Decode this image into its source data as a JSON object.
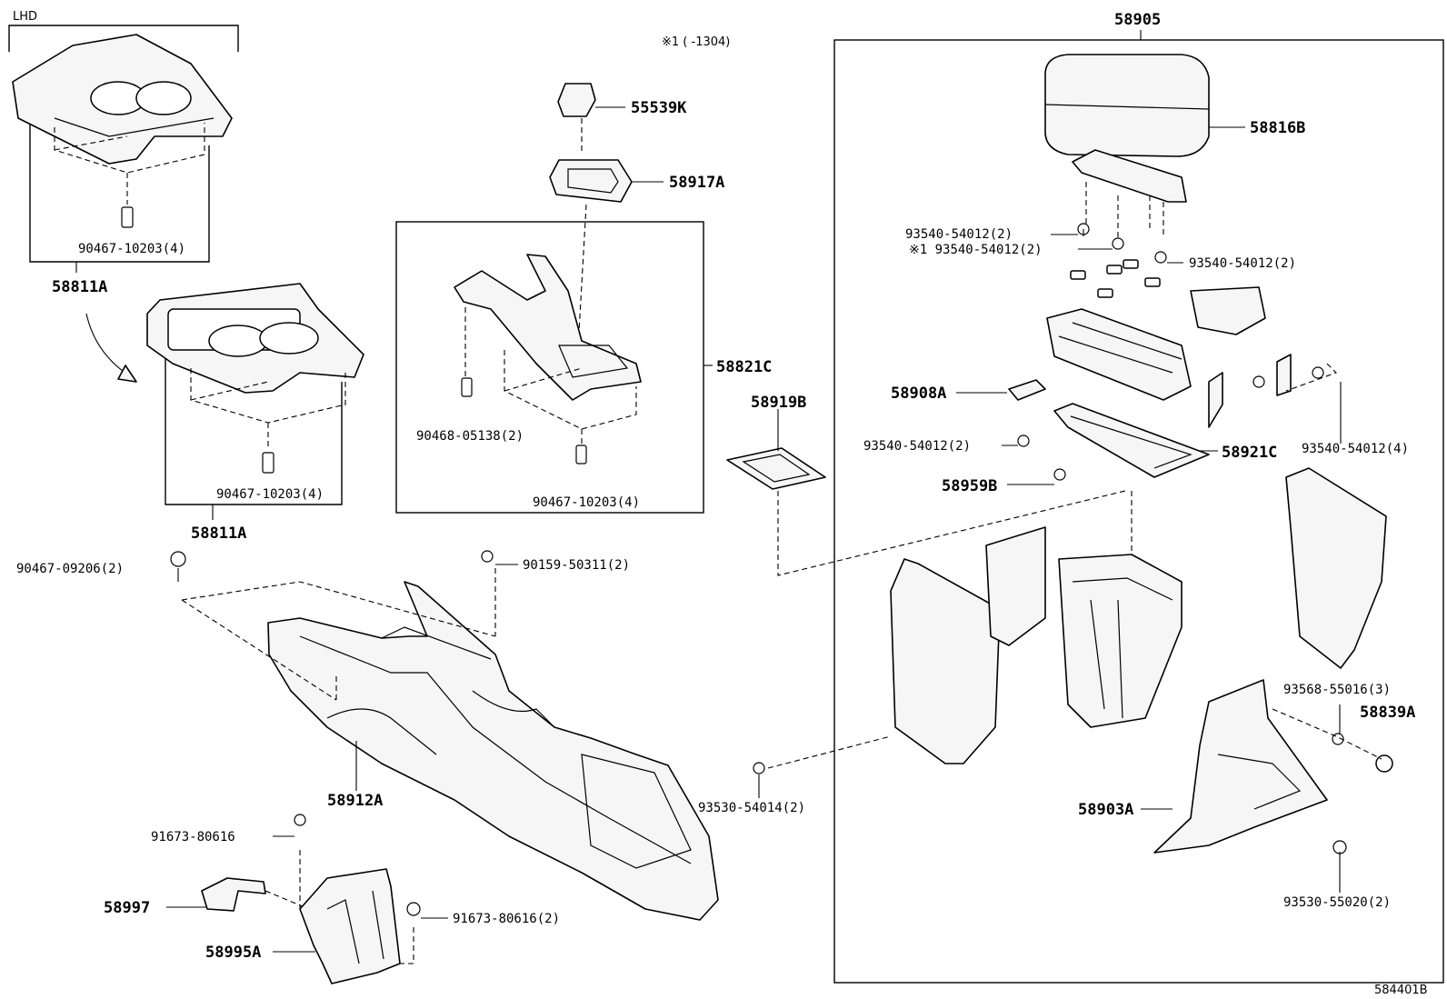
{
  "labels": {
    "lhd": "LHD",
    "note": "※1 (     -1304)",
    "p58905": "58905",
    "p58816B": "58816B",
    "p55539K": "55539K",
    "p58917A": "58917A",
    "p58821C": "58821C",
    "p58919B": "58919B",
    "p58908A": "58908A",
    "p58921C": "58921C",
    "p58959B": "58959B",
    "p58811A_top": "58811A",
    "p58811A_mid": "58811A",
    "p58912A": "58912A",
    "p58997": "58997",
    "p58995A": "58995A",
    "p58903A": "58903A",
    "p58839A": "58839A",
    "f90467_10203_a": "90467-10203(4)",
    "f90467_10203_b": "90467-10203(4)",
    "f90467_10203_c": "90467-10203(4)",
    "f90468_05138": "90468-05138(2)",
    "f90467_09206": "90467-09206(2)",
    "f90159_50311": "90159-50311(2)",
    "f93540_a": "93540-54012(2)",
    "f93540_b": "※1 93540-54012(2)",
    "f93540_c": "93540-54012(2)",
    "f93540_d": "93540-54012(2)",
    "f93540_e": "93540-54012(4)",
    "f93530_54014": "93530-54014(2)",
    "f93568_55016": "93568-55016(3)",
    "f93530_55020": "93530-55020(2)",
    "f91673_a": "91673-80616",
    "f91673_b": "91673-80616(2)",
    "figure_code": "584401B"
  }
}
